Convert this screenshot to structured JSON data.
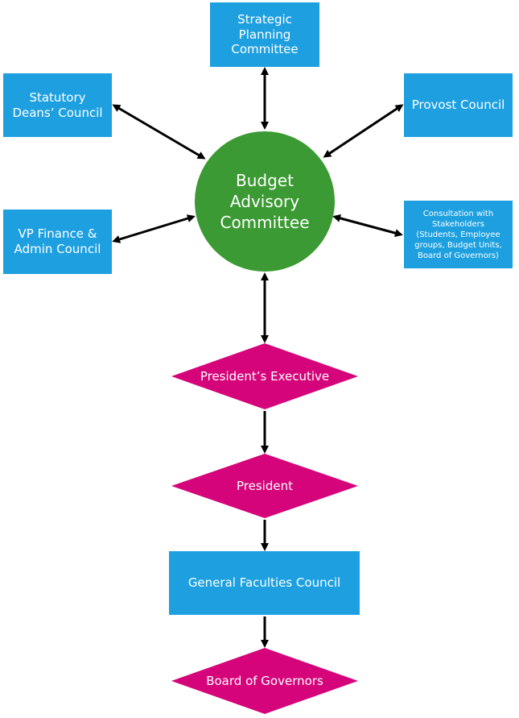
{
  "nodes": {
    "strategic": "Strategic\nPlanning\nCommittee",
    "statutory": "Statutory\nDeans’ Council",
    "provost": "Provost Council",
    "vpfinance": "VP Finance &\nAdmin Council",
    "consultation": "Consultation with\nStakeholders\n(Students, Employee\ngroups, Budget Units,\nBoard of Governors)",
    "budget": "Budget\nAdvisory\nCommittee",
    "presidents_executive": "President’s Executive",
    "president": "President",
    "gfc": "General Faculties Council",
    "bog": "Board of Governors"
  },
  "colors": {
    "box": "#1ea0e0",
    "circle": "#3c9a34",
    "diamond": "#d6047a",
    "arrow": "#000000"
  }
}
